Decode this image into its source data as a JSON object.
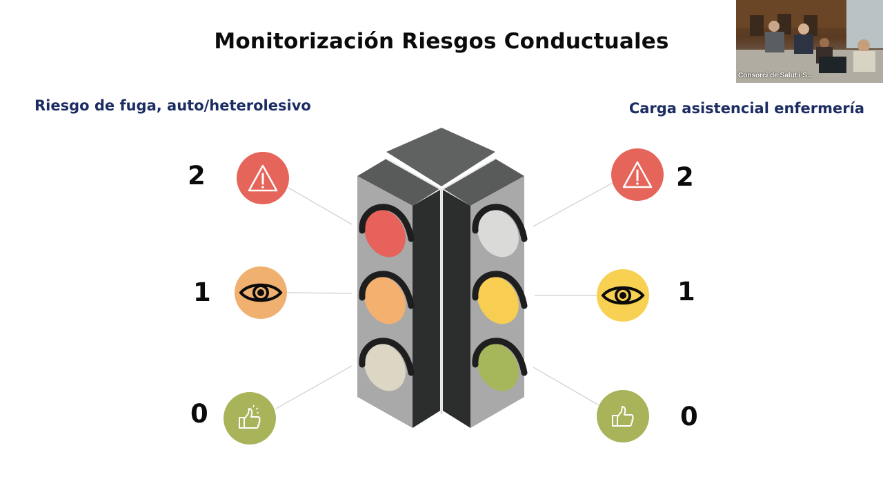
{
  "slide": {
    "title": "Monitorización Riesgos Conductuales",
    "left_heading": "Riesgo de fuga, auto/heterolesivo",
    "right_heading": "Carga asistencial enfermería"
  },
  "left_levels": [
    {
      "value": "2",
      "icon": "warning-icon",
      "color": "#e5655b"
    },
    {
      "value": "1",
      "icon": "eye-icon",
      "color": "#f0b070"
    },
    {
      "value": "0",
      "icon": "thumbs-up-icon",
      "color": "#a8b35a"
    }
  ],
  "right_levels": [
    {
      "value": "2",
      "icon": "warning-icon",
      "color": "#e5655b"
    },
    {
      "value": "1",
      "icon": "eye-icon",
      "color": "#f8d052"
    },
    {
      "value": "0",
      "icon": "thumbs-up-icon",
      "color": "#a8b35a"
    }
  ],
  "traffic_light": {
    "left_lamps": [
      "#e6625a",
      "#f3b06e",
      "#dcd6c4"
    ],
    "right_lamps": [
      "#dadad8",
      "#f7cd52",
      "#a6b65a"
    ]
  },
  "webcam": {
    "label": "Consorci de Salut i S..."
  }
}
